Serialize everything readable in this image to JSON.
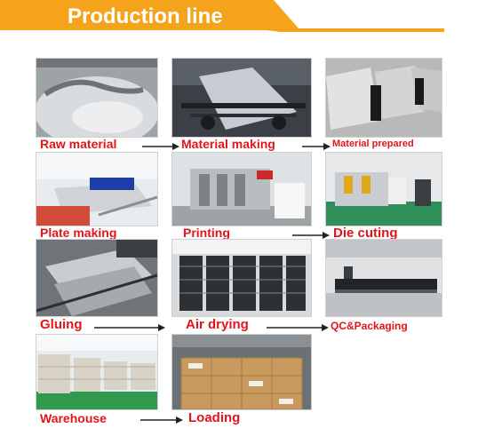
{
  "banner": {
    "title": "Production line",
    "color": "#f5a31a"
  },
  "label_color": "#e3141b",
  "steps": [
    {
      "label": "Raw material"
    },
    {
      "label": "Material making"
    },
    {
      "label": "Material prepared"
    },
    {
      "label": "Plate making"
    },
    {
      "label": "Printing"
    },
    {
      "label": "Die cuting"
    },
    {
      "label": "Gluing"
    },
    {
      "label": "Air drying"
    },
    {
      "label": "QC&Packaging"
    },
    {
      "label": "Warehouse"
    },
    {
      "label": "Loading"
    }
  ]
}
